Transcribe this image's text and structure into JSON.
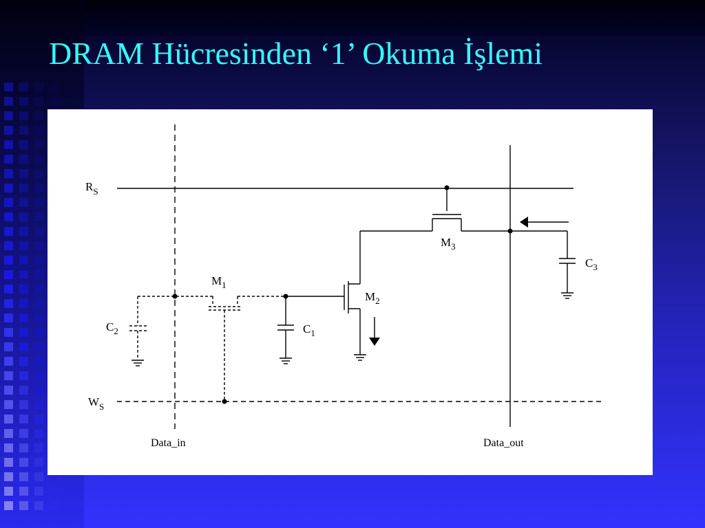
{
  "slide": {
    "title": "DRAM Hücresinden ‘1’ Okuma İşlemi",
    "title_color": "#33ffff"
  },
  "diagram": {
    "row_select": {
      "main": "R",
      "sub": "S"
    },
    "write_select": {
      "main": "W",
      "sub": "S"
    },
    "transistor_m1": {
      "main": "M",
      "sub": "1"
    },
    "transistor_m2": {
      "main": "M",
      "sub": "2"
    },
    "transistor_m3": {
      "main": "M",
      "sub": "3"
    },
    "capacitor_c1": {
      "main": "C",
      "sub": "1"
    },
    "capacitor_c2": {
      "main": "C",
      "sub": "2"
    },
    "capacitor_c3": {
      "main": "C",
      "sub": "3"
    },
    "data_in_label": "Data_in",
    "data_out_label": "Data_out"
  }
}
